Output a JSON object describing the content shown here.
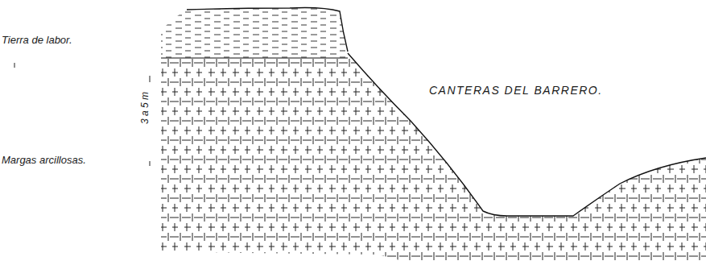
{
  "diagram": {
    "labels": [
      "Tierra de labor.",
      "Margas arcillosas.",
      "3 a 5 m",
      "CANTERAS DEL BARRERO."
    ]
  }
}
